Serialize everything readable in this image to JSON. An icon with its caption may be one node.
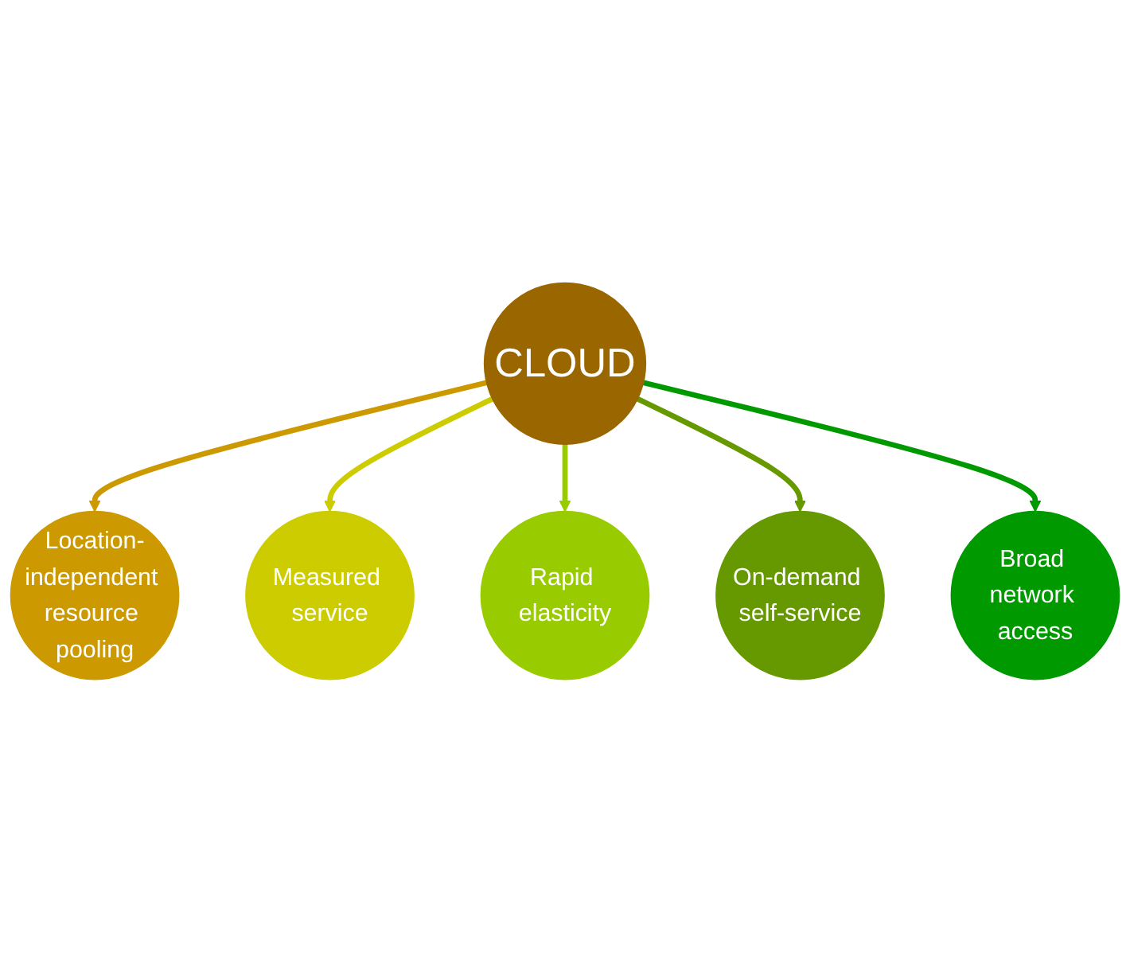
{
  "diagram": {
    "nodes": [
      {
        "text": [
          "CLOUD"
        ]
      },
      {
        "text": [
          "Location-independent resource pooling"
        ]
      },
      {
        "text": [
          "Measured service"
        ]
      },
      {
        "text": [
          "Rapid elasticity"
        ]
      },
      {
        "text": [
          "On-demand self-service"
        ]
      },
      {
        "text": [
          "Broad network access"
        ]
      }
    ],
    "edges": [
      {
        "from": 0,
        "to": 1,
        "arrow": "to",
        "color": "#cc9900"
      },
      {
        "from": 0,
        "to": 2,
        "arrow": "to",
        "color": "#cccc00"
      },
      {
        "from": 0,
        "to": 3,
        "arrow": "to",
        "color": "#99cc00"
      },
      {
        "from": 0,
        "to": 4,
        "arrow": "to",
        "color": "#669900"
      },
      {
        "from": 0,
        "to": 5,
        "arrow": "to",
        "color": "#009900"
      }
    ]
  }
}
